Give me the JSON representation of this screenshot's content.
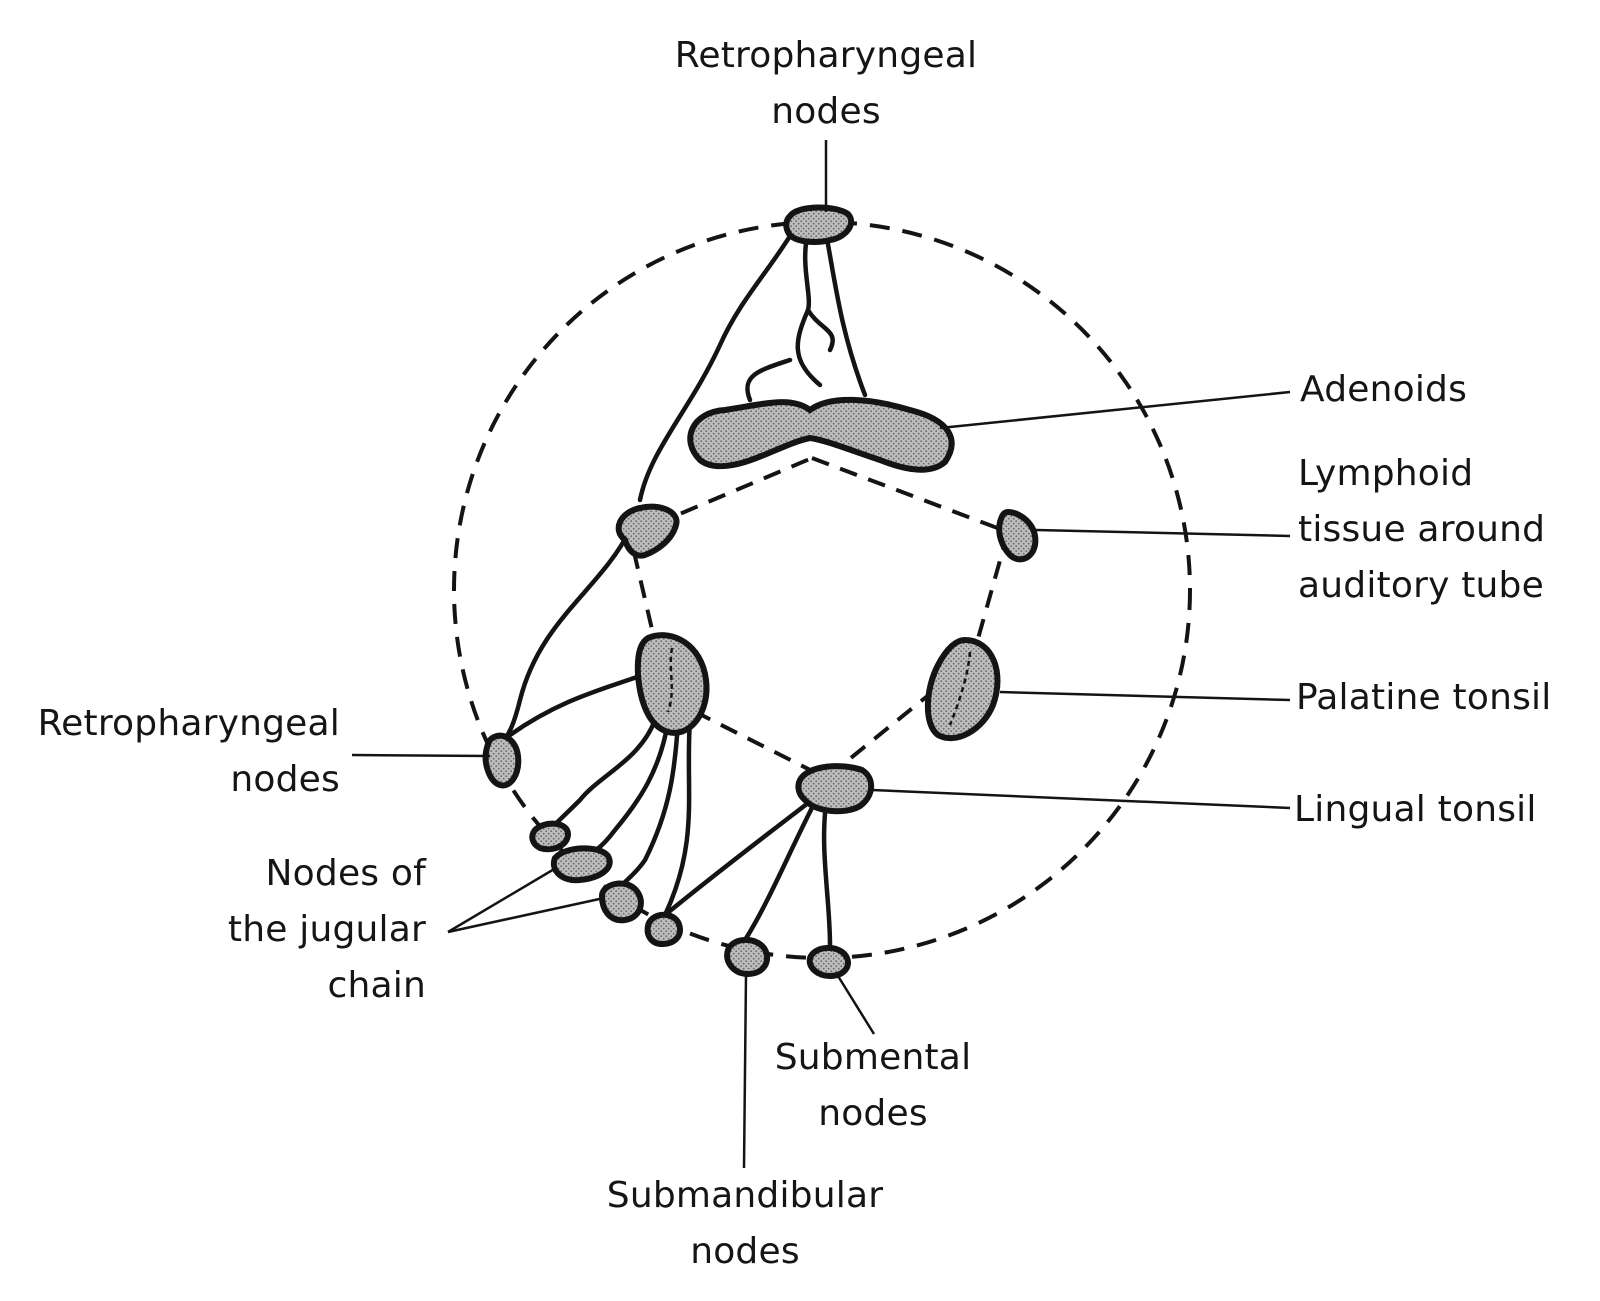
{
  "colors": {
    "ink": "#141414",
    "stipple": "#b9b9b9",
    "background": "#ffffff"
  },
  "labels": {
    "retro_top_1": "Retropharyngeal",
    "retro_top_2": "nodes",
    "adenoids": "Adenoids",
    "lymphoid_1": "Lymphoid",
    "lymphoid_2": "tissue around",
    "lymphoid_3": "auditory tube",
    "palatine": "Palatine tonsil",
    "lingual": "Lingual tonsil",
    "retro_left_1": "Retropharyngeal",
    "retro_left_2": "nodes",
    "jugular_1": "Nodes of",
    "jugular_2": "the jugular",
    "jugular_3": "chain",
    "submental_1": "Submental",
    "submental_2": "nodes",
    "submandibular_1": "Submandibular",
    "submandibular_2": "nodes"
  }
}
